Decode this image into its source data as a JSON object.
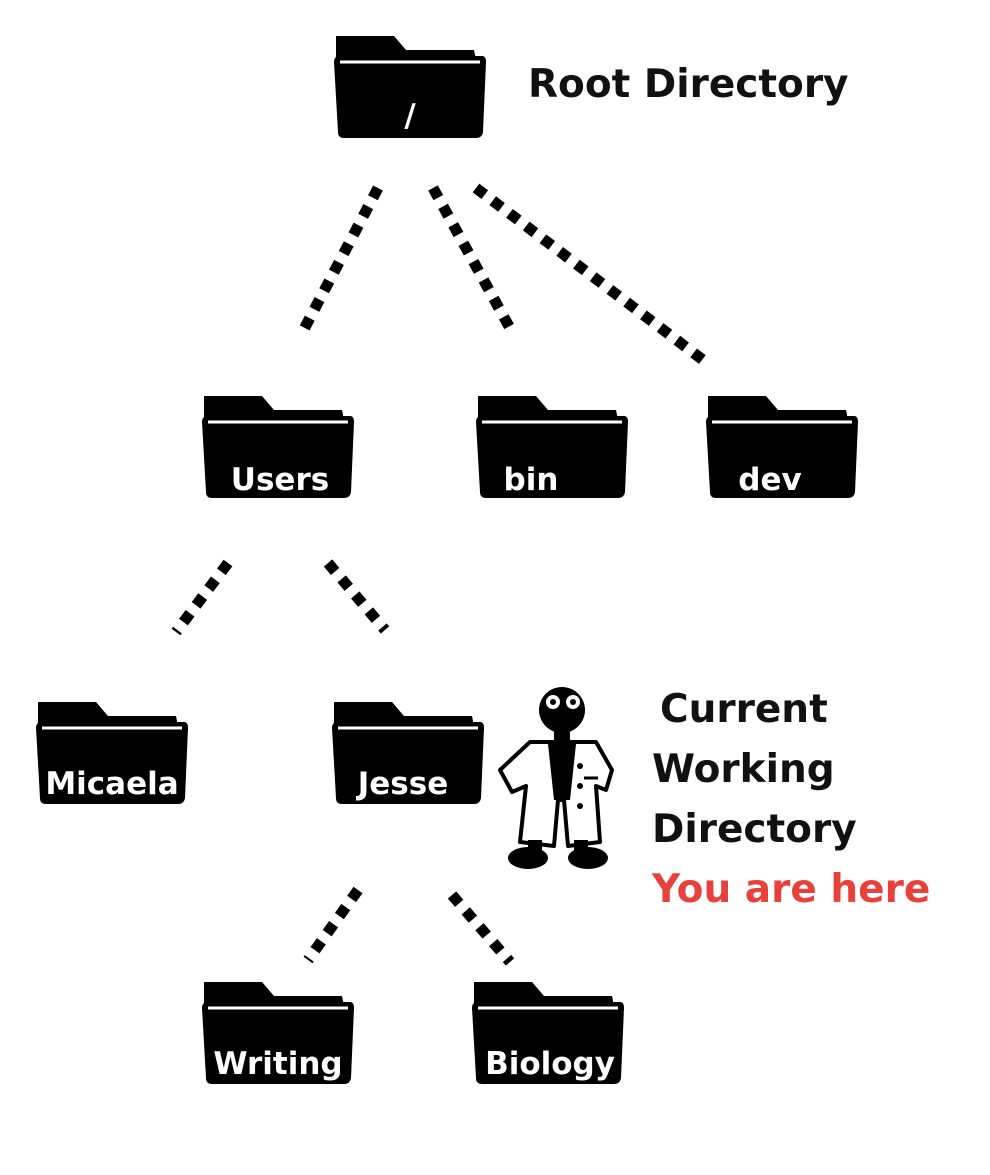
{
  "folders": {
    "root": {
      "label": "/"
    },
    "users": {
      "label": "Users"
    },
    "bin": {
      "label": "bin"
    },
    "dev": {
      "label": "dev"
    },
    "micaela": {
      "label": "Micaela"
    },
    "jesse": {
      "label": "Jesse"
    },
    "writing": {
      "label": "Writing"
    },
    "biology": {
      "label": "Biology"
    }
  },
  "annotations": {
    "root_label": "Root Directory",
    "cwd_line1": "Current",
    "cwd_line2": "Working",
    "cwd_line3": "Directory",
    "here_label": "You are here",
    "here_color": "#e8403a"
  },
  "icons": {
    "folder": "folder-icon",
    "scientist": "scientist-icon"
  }
}
